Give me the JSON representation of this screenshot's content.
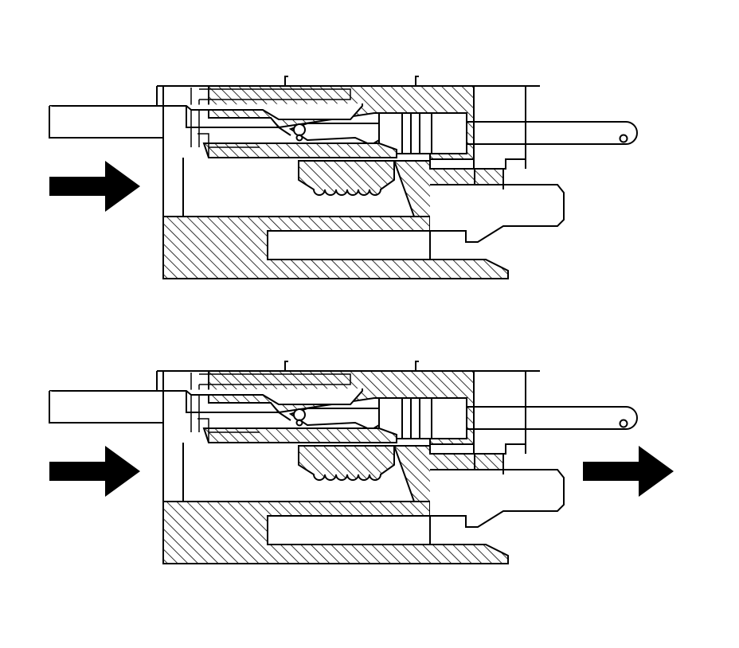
{
  "diagram": {
    "kind": "connector-cross-section",
    "panels": [
      {
        "id": "top",
        "state": "before-connection",
        "show_output_arrow": false
      },
      {
        "id": "bottom",
        "state": "after-connection",
        "show_output_arrow": true
      }
    ],
    "arrows": [
      {
        "panel": "top",
        "direction": "right",
        "role": "insertion-push"
      },
      {
        "panel": "bottom",
        "direction": "right",
        "role": "insertion-push"
      },
      {
        "panel": "bottom",
        "direction": "right",
        "role": "release"
      }
    ],
    "colors": {
      "line": "#000000",
      "background": "#ffffff"
    }
  }
}
